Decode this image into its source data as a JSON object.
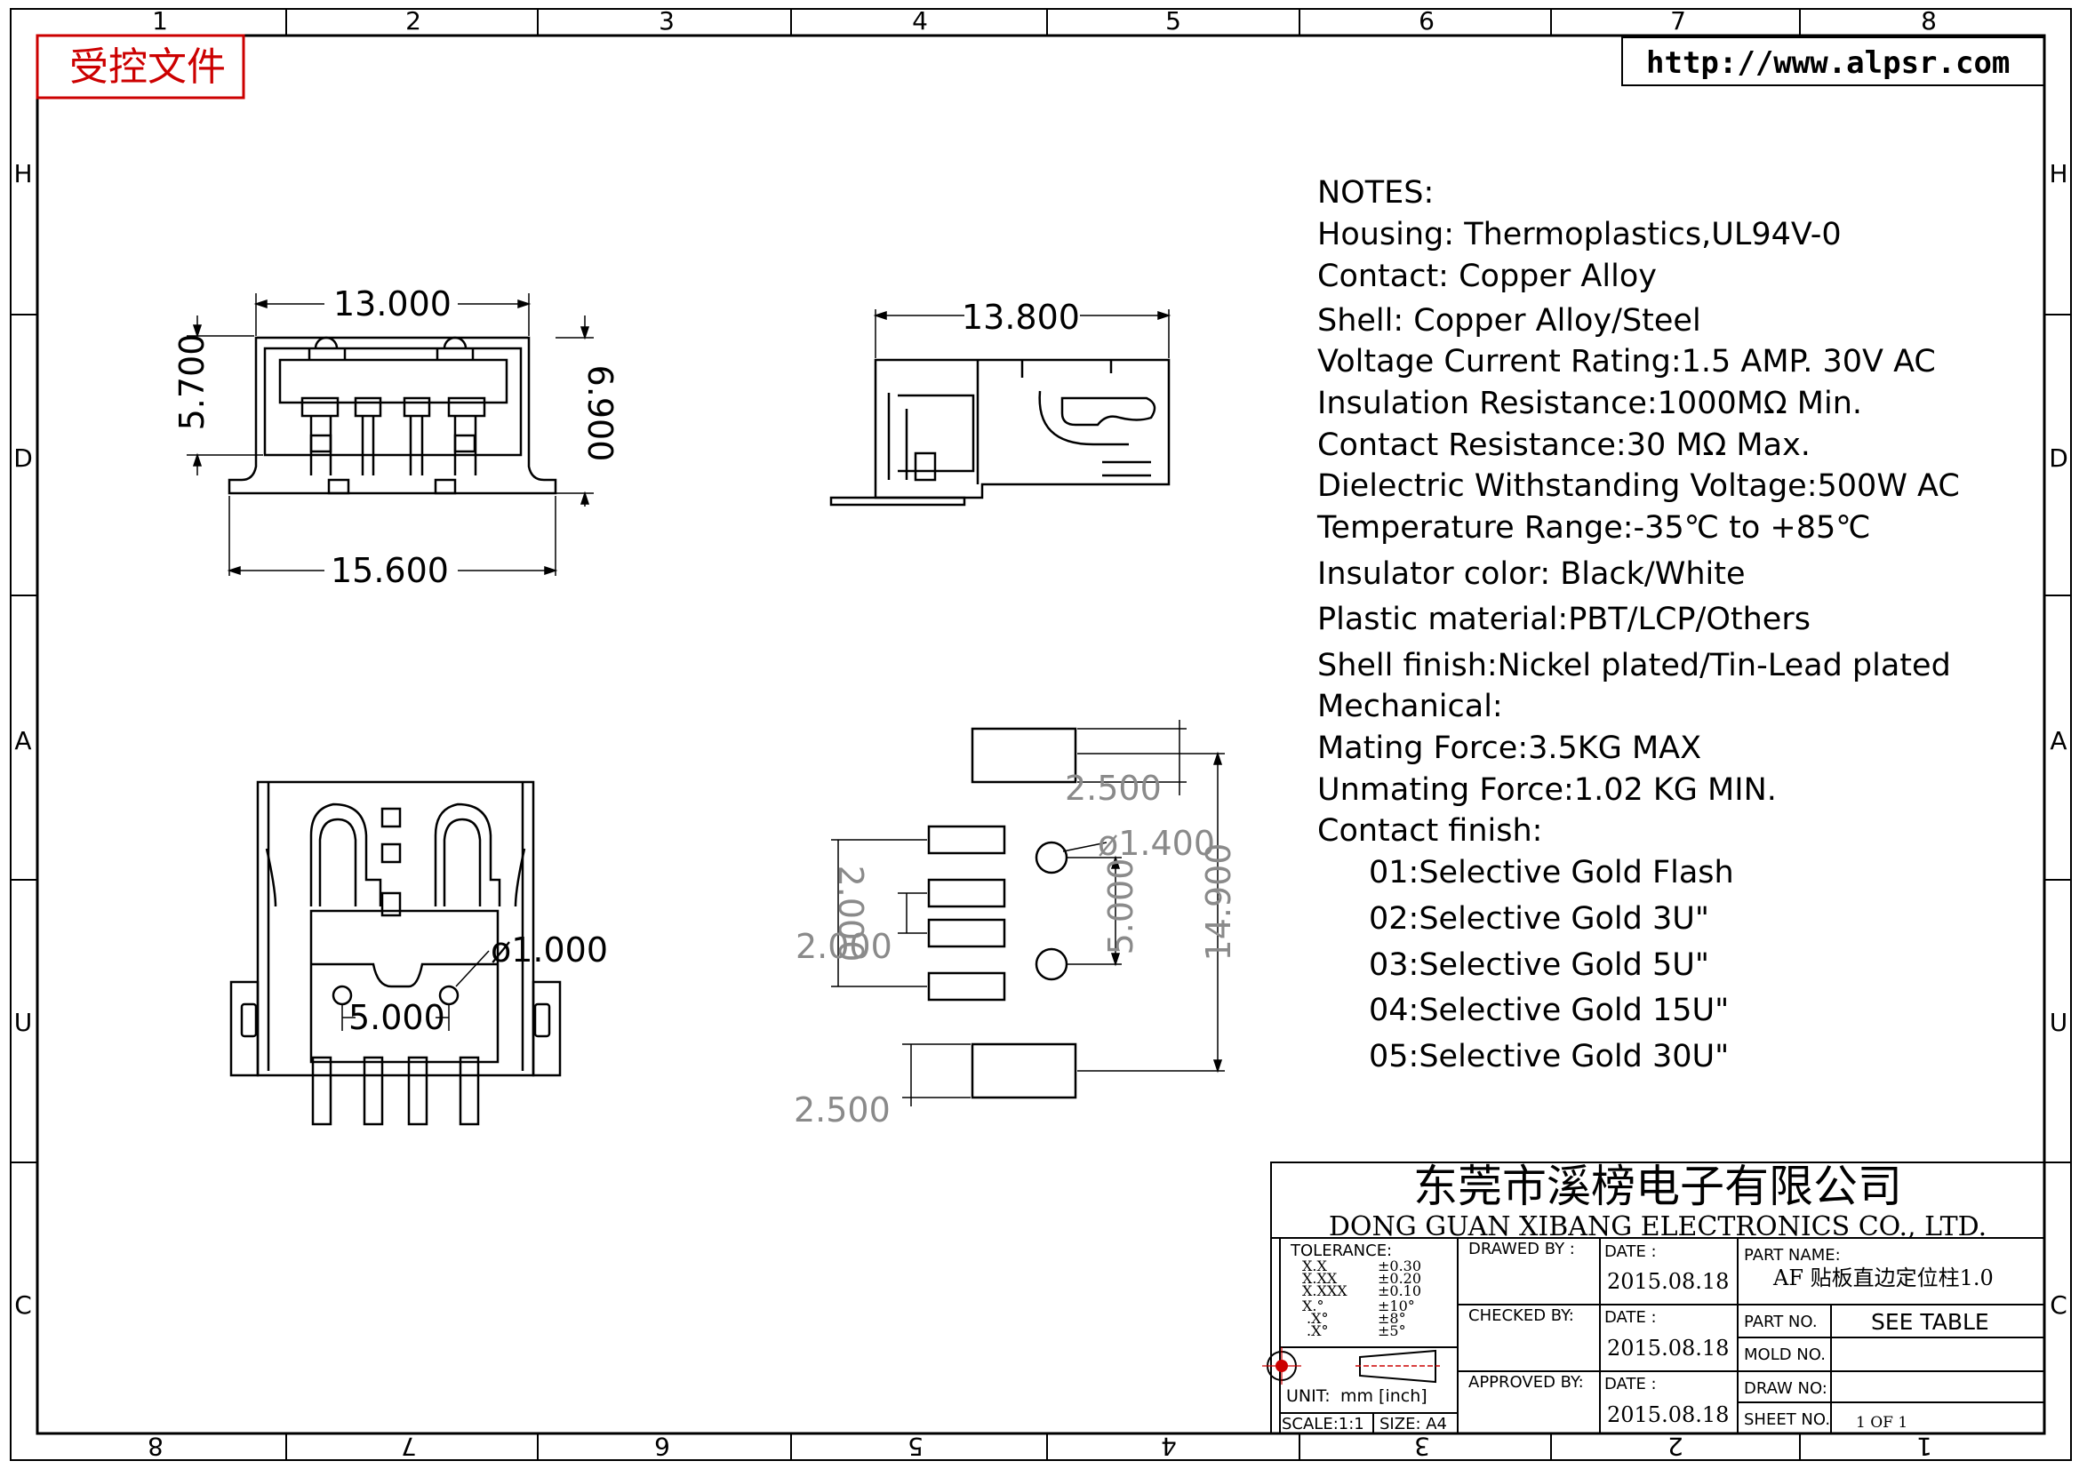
{
  "header": {
    "controlled_stamp": "受控文件",
    "website": "http://www.alpsr.com"
  },
  "frame": {
    "columns_top": [
      "1",
      "2",
      "3",
      "4",
      "5",
      "6",
      "7",
      "8"
    ],
    "columns_bottom": [
      "8",
      "7",
      "6",
      "5",
      "4",
      "3",
      "2",
      "1"
    ],
    "rows_left": [
      "H",
      "D",
      "A",
      "U",
      "C"
    ],
    "rows_right": [
      "H",
      "D",
      "A",
      "U",
      "C"
    ]
  },
  "dimensions": {
    "front_width": "13.000",
    "front_height_left": "5.700",
    "front_height_right": "6.900",
    "front_base_width": "15.600",
    "side_length": "13.800",
    "bottom_hole_dia": "ø1.000",
    "bottom_pitch": "5.000",
    "pcb_pad_height_top": "2.500",
    "pcb_hole_dia": "ø1.400",
    "pcb_pitch_a": "2.000",
    "pcb_pitch_b": "2.000",
    "pcb_hole_spacing": "5.000",
    "pcb_total": "14.900",
    "pcb_pad_height_bottom": "2.500"
  },
  "notes": {
    "title": "NOTES:",
    "lines": [
      "Housing:  Thermoplastics,UL94V-0",
      "Contact:  Copper  Alloy",
      "Shell:  Copper  Alloy/Steel",
      "Voltage  Current  Rating:1.5  AMP.  30V  AC",
      "Insulation  Resistance:1000MΩ  Min.",
      "Contact  Resistance:30  MΩ  Max.",
      "Dielectric  Withstanding  Voltage:500W  AC",
      "Temperature  Range:-35℃  to  +85℃",
      "Insulator  color:  Black/White",
      "Plastic  material:PBT/LCP/Others",
      "Shell  finish:Nickel  plated/Tin-Lead  plated",
      "Mechanical:",
      "Mating  Force:3.5KG  MAX",
      "Unmating  Force:1.02  KG  MIN.",
      "Contact  finish:"
    ],
    "finish_options": [
      "01:Selective  Gold  Flash",
      "02:Selective  Gold  3U\"",
      "03:Selective  Gold  5U\"",
      "04:Selective  Gold  15U\"",
      "05:Selective  Gold  30U\""
    ]
  },
  "title_block": {
    "company_cn": "东莞市溪榜电子有限公司",
    "company_en": "DONG  GUAN  XIBANG  ELECTRONICS  CO.,  LTD.",
    "tolerance_label": "TOLERANCE:",
    "tolerance_rows": [
      {
        "k": "X.X",
        "v": "±0.30"
      },
      {
        "k": "X.XX",
        "v": "±0.20"
      },
      {
        "k": "X.XXX",
        "v": "±0.10"
      },
      {
        "k": "X.°",
        "v": "±10°"
      },
      {
        "k": ".X°",
        "v": "±8°"
      },
      {
        "k": ".X°",
        "v": "±5°"
      }
    ],
    "unit_label": "UNIT:",
    "unit_value": "mm  [inch]",
    "scale_label": "SCALE:1:1",
    "size_label": "SIZE:  A4",
    "drawn_by": "DRAWED  BY  :",
    "checked_by": "CHECKED  BY:",
    "approved_by": "APPROVED  BY:",
    "date_label": "DATE  :",
    "date_1": "2015.08.18",
    "date_2": "2015.08.18",
    "date_3": "2015.08.18",
    "part_name_label": "PART  NAME:",
    "part_name": "AF  贴板直边定位柱1.0",
    "part_no_label": "PART  NO.",
    "part_no": "SEE  TABLE",
    "mold_no_label": "MOLD  NO.",
    "draw_no_label": "DRAW  NO:",
    "sheet_no_label": "SHEET  NO.",
    "sheet_no": "1  OF  1"
  }
}
